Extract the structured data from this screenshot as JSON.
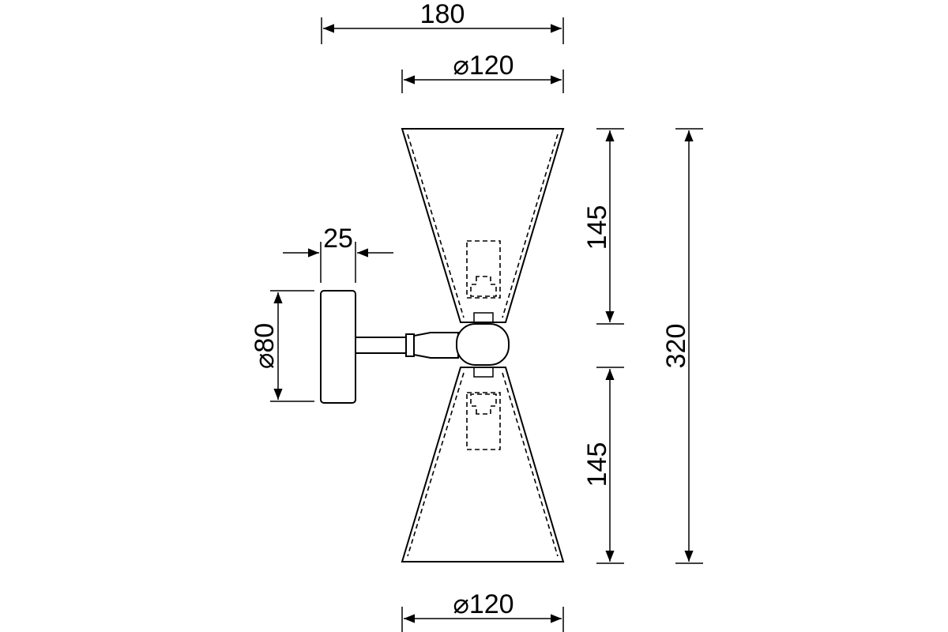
{
  "dimensions": {
    "overall_width": "180",
    "top_diameter": "⌀120",
    "bottom_diameter": "⌀120",
    "base_depth": "25",
    "base_diameter": "⌀80",
    "upper_height": "145",
    "lower_height": "145",
    "overall_height": "320"
  },
  "colors": {
    "line": "#000000",
    "background": "#ffffff"
  }
}
